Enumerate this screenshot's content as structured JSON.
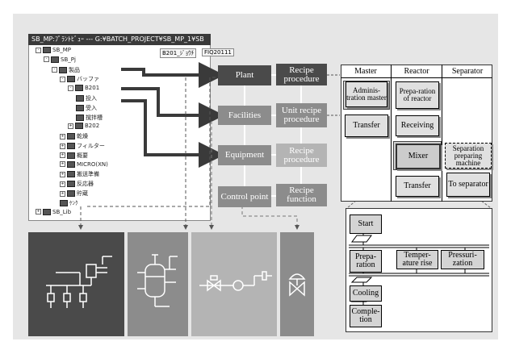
{
  "tree": {
    "title": "SB_MP:ﾌﾟﾗﾝﾄﾋﾞｭｰ --- G:¥BATCH_PROJECT¥SB_MP_1¥SB",
    "tab1": "B201_ｼﾞｮｳﾁ",
    "tab2": "FIQ20111",
    "nodes": [
      {
        "label": "SB_MP",
        "level": 0,
        "expander": "-"
      },
      {
        "label": "SB_Pj",
        "level": 1,
        "expander": "-"
      },
      {
        "label": "製品",
        "level": 2,
        "expander": "-"
      },
      {
        "label": "バッファ",
        "level": 3,
        "expander": "-"
      },
      {
        "label": "B201",
        "level": 4,
        "expander": "-"
      },
      {
        "label": "投入",
        "level": 5,
        "expander": ""
      },
      {
        "label": "受入",
        "level": 5,
        "expander": ""
      },
      {
        "label": "撹拌槽",
        "level": 5,
        "expander": ""
      },
      {
        "label": "B202",
        "level": 4,
        "expander": "+"
      },
      {
        "label": "乾燥",
        "level": 3,
        "expander": "+"
      },
      {
        "label": "フィルター",
        "level": 3,
        "expander": "+"
      },
      {
        "label": "概要",
        "level": 3,
        "expander": "+"
      },
      {
        "label": "MICRO(XN)",
        "level": 3,
        "expander": "+"
      },
      {
        "label": "搬送準備",
        "level": 3,
        "expander": "+"
      },
      {
        "label": "反応器",
        "level": 3,
        "expander": "+"
      },
      {
        "label": "貯蔵",
        "level": 3,
        "expander": "+"
      },
      {
        "label": "ｹﾝｸ",
        "level": 3,
        "expander": ""
      },
      {
        "label": "SB_Lib",
        "level": 0,
        "expander": "+"
      }
    ]
  },
  "model": {
    "physical": [
      {
        "label": "Plant",
        "tone": "dark"
      },
      {
        "label": "Facilities",
        "tone": "mid"
      },
      {
        "label": "Equipment",
        "tone": "mid"
      },
      {
        "label": "Control point",
        "tone": "mid"
      }
    ],
    "procedural": [
      {
        "label": "Recipe procedure",
        "tone": "dark"
      },
      {
        "label": "Unit recipe procedure",
        "tone": "mid"
      },
      {
        "label": "Recipe procedure",
        "tone": "light"
      },
      {
        "label": "Recipe function",
        "tone": "mid"
      }
    ]
  },
  "units": {
    "headers": [
      "Master",
      "Reactor",
      "Separator"
    ],
    "master": [
      "Adminis-tration master",
      "Transfer"
    ],
    "reactor": [
      "Prepa-ration of reactor",
      "Receiving",
      "Mixer",
      "Transfer"
    ],
    "separator": [
      "Separation preparing machine",
      "To separator"
    ]
  },
  "flow": {
    "start": "Start",
    "parallel": [
      "Prepa-ration",
      "Temper-ature rise",
      "Pressuri-zation"
    ],
    "cooling": "Cooling",
    "completion": "Comple-tion"
  },
  "colors": {
    "dark": "#4a4a4a",
    "mid": "#8c8c8c",
    "light": "#b4b4b4",
    "frame": "#e6e6e6"
  }
}
